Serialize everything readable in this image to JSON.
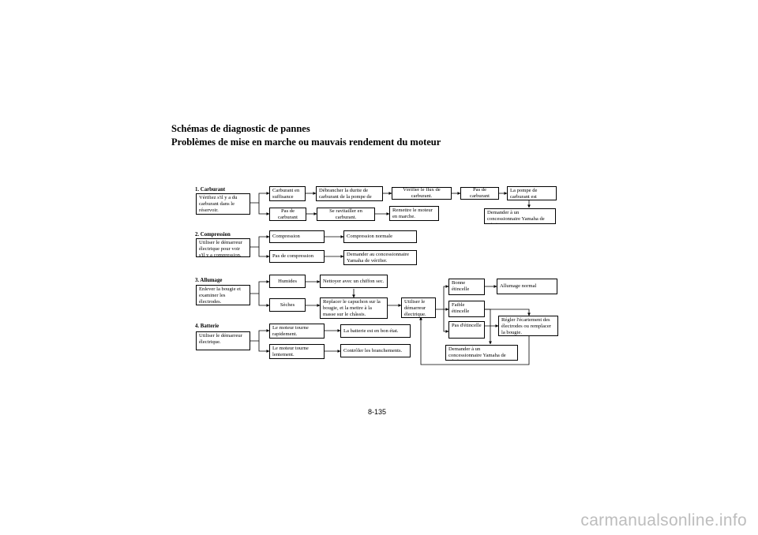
{
  "titles": {
    "main": "Schémas de diagnostic de pannes",
    "sub": "Problèmes de mise en marche ou mauvais rendement du moteur"
  },
  "sections": {
    "s1": "1. Carburant",
    "s2": "2. Compression",
    "s3": "3. Allumage",
    "s4": "4. Batterie"
  },
  "boxes": {
    "carb_check": "Vérifiez s'il y a du carburant dans le réservoir.",
    "carb_enough": "Carburant en suffisance",
    "carb_disconnect": "Débrancher la durite de carburant de la pompe de carburant.",
    "carb_flow": "Vérifier le flux de carburant.",
    "carb_none_flow": "Pas de carburant",
    "carb_pump_blocked": "La pompe de carburant est obstruée.",
    "carb_none": "Pas de carburant",
    "carb_refuel": "Se ravitailler en carburant.",
    "carb_restart": "Remettre le moteur en marche.",
    "carb_dealer": "Demander à un concessionnaire Yamaha de vérifier.",
    "comp_check": "Utiliser le démarreur électrique pour voir s'il y a compression.",
    "comp_yes": "Compression",
    "comp_normal": "Compression normale",
    "comp_no": "Pas de compression",
    "comp_dealer": "Demander au concessionnaire Yamaha de vérifier.",
    "ign_check": "Enlever la bougie et examiner les électrodes.",
    "ign_wet": "Humides",
    "ign_clean": "Nettoyer avec un chiffon sec.",
    "ign_dry": "Sèches",
    "ign_replace_cap": "Replacer le capuchon sur la bougie, et la mettre à la masse sur le châssis.",
    "ign_starter": "Utiliser le démarreur électrique.",
    "ign_good": "Bonne étincelle",
    "ign_normal": "Allumage normal",
    "ign_weak": "Faible étincelle",
    "ign_none": "Pas d'étincelle",
    "ign_adjust": "Régler l'écartement des électrodes ou remplacer la bougie.",
    "ign_dealer": "Demander à un concessionnaire Yamaha de vérifier.",
    "bat_check": "Utiliser le démarreur électrique.",
    "bat_fast": "Le moteur tourne rapidement.",
    "bat_good": "La batterie est en bon état.",
    "bat_slow": "Le moteur tourne lentement.",
    "bat_connections": "Contrôler les branchements."
  },
  "page_number": "8-135",
  "watermark": "carmanualsonline.info"
}
